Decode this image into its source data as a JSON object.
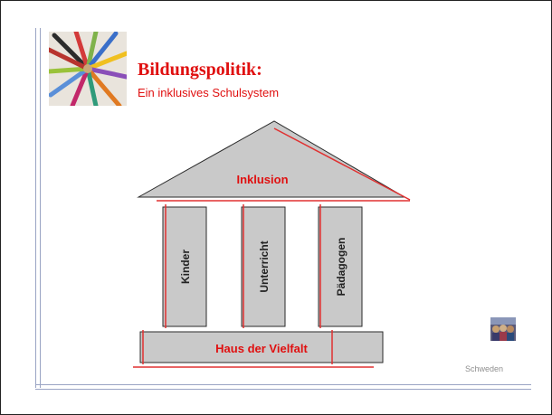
{
  "slide": {
    "title": "Bildungspolitik:",
    "subtitle": "Ein inklusives Schulsystem",
    "footer": "Schweden"
  },
  "diagram": {
    "roof_label": "Inklusion",
    "pillars": [
      {
        "label": "Kinder"
      },
      {
        "label": "Unterricht"
      },
      {
        "label": "Pädagogen"
      }
    ],
    "base_label": "Haus der Vielfalt",
    "colors": {
      "fill": "#c9c9c9",
      "outline": "#2a2a2a",
      "accent_line": "#e03030",
      "label": "#e01010",
      "pillar_label": "#222222"
    }
  },
  "icons": {
    "logo": "colored-pencils-icon",
    "thumbnail": "photo-thumbnail-icon"
  }
}
